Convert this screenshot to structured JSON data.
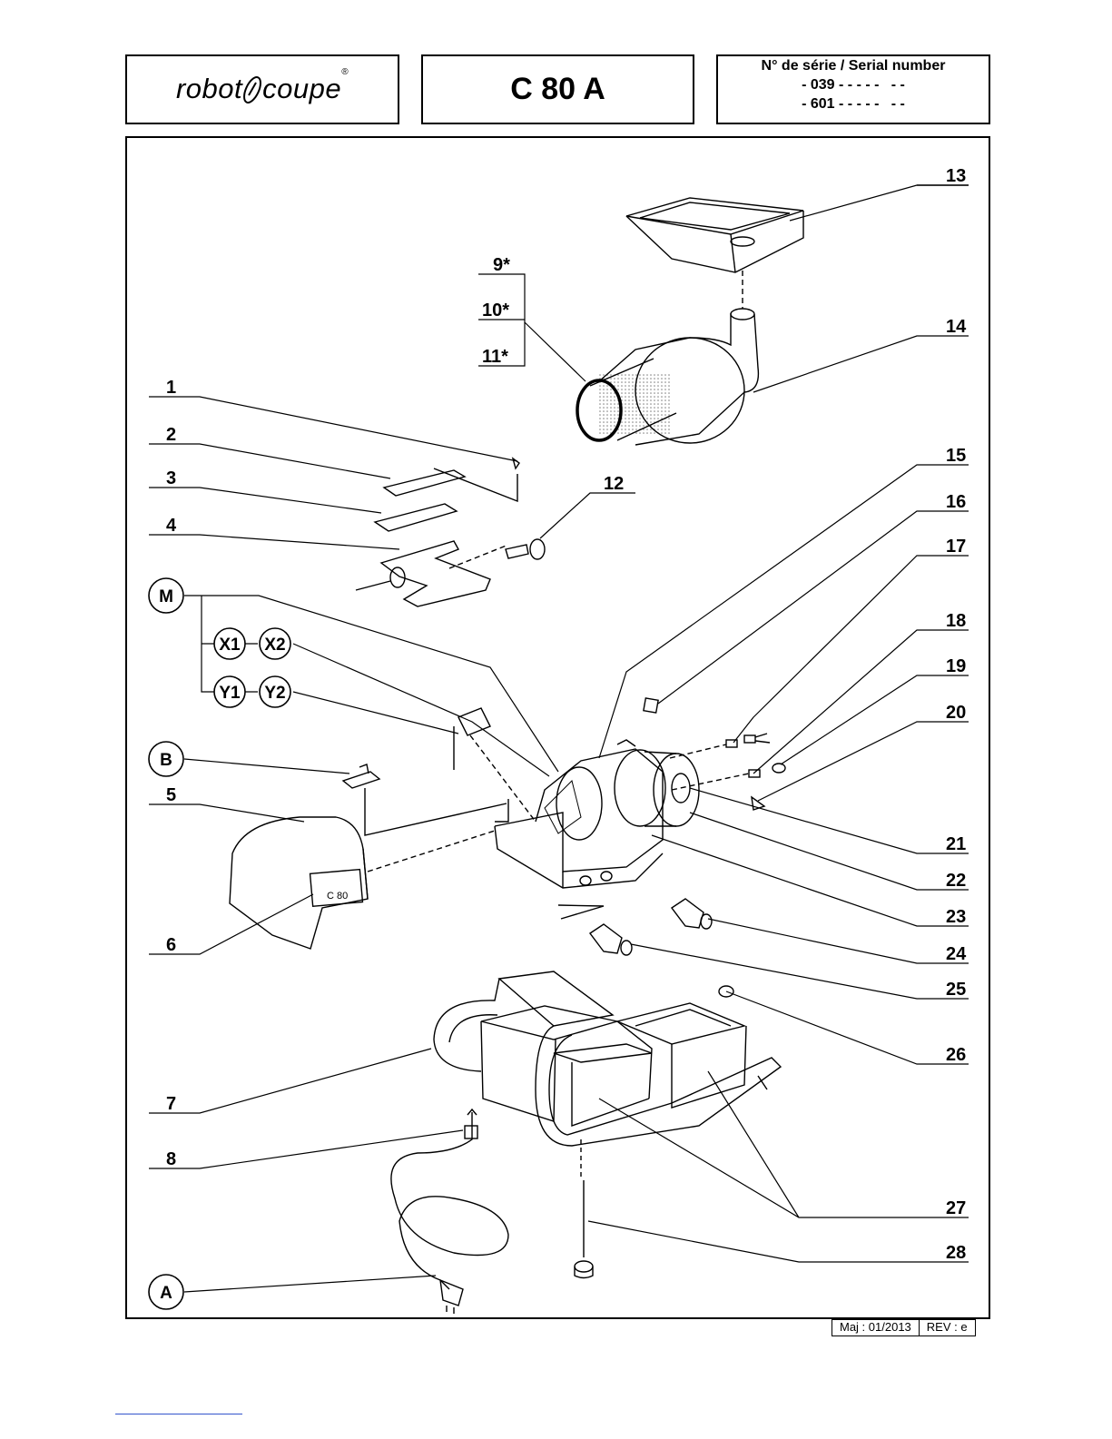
{
  "header": {
    "brand_left": "robot",
    "brand_right": "coupe",
    "brand_reg": "®",
    "model": "C 80 A",
    "serial_title": "N° de série / Serial number",
    "serial_lines": [
      "- 039 - - - - -   - -",
      "- 601 - - - - -   - -"
    ]
  },
  "callouts": {
    "n1": "1",
    "n2": "2",
    "n3": "3",
    "n4": "4",
    "n5": "5",
    "n6": "6",
    "n7": "7",
    "n8": "8",
    "n9": "9*",
    "n10": "10*",
    "n11": "11*",
    "n12": "12",
    "n13": "13",
    "n14": "14",
    "n15": "15",
    "n16": "16",
    "n17": "17",
    "n18": "18",
    "n19": "19",
    "n20": "20",
    "n21": "21",
    "n22": "22",
    "n23": "23",
    "n24": "24",
    "n25": "25",
    "n26": "26",
    "n27": "27",
    "n28": "28",
    "M": "M",
    "X1": "X1",
    "X2": "X2",
    "Y1": "Y1",
    "Y2": "Y2",
    "B": "B",
    "A": "A"
  },
  "cover_label": "C 80",
  "footer": {
    "update": "Maj : 01/2013",
    "revision": "REV : e"
  }
}
